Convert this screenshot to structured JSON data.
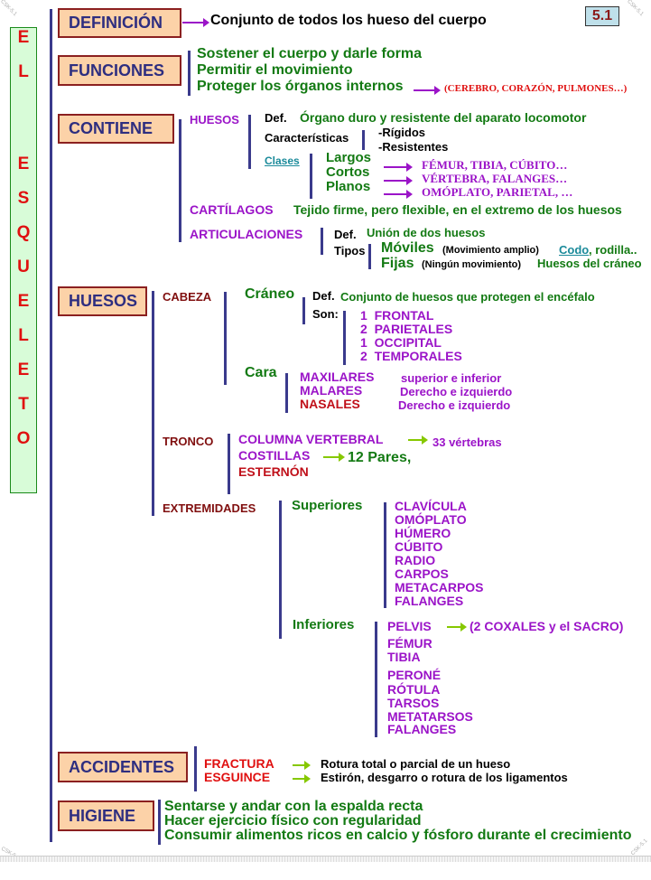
{
  "page_number": "5.1",
  "side_title": [
    "E",
    "L",
    "E",
    "S",
    "Q",
    "U",
    "E",
    "L",
    "E",
    "T",
    "O"
  ],
  "watermark": "CSK-5.1",
  "definicion": {
    "label": "DEFINICIÓN",
    "text": "Conjunto de todos los hueso del cuerpo"
  },
  "funciones": {
    "label": "FUNCIONES",
    "items": [
      "Sostener el cuerpo y darle forma",
      "Permitir el movimiento",
      "Proteger los órganos internos"
    ],
    "organs": "(CEREBRO, CORAZÓN, PULMONES…)"
  },
  "contiene": {
    "label": "CONTIENE",
    "huesos": {
      "label": "HUESOS",
      "def_label": "Def.",
      "def": "Órgano duro y resistente del aparato locomotor",
      "caract_label": "Características",
      "caract": [
        "-Rígidos",
        "-Resistentes"
      ],
      "clases_label": "Clases",
      "clases": [
        {
          "name": "Largos",
          "examples": "FÉMUR, TIBIA, CÚBITO…"
        },
        {
          "name": "Cortos",
          "examples": "VÉRTEBRA, FALANGES…"
        },
        {
          "name": "Planos",
          "examples": "OMÓPLATO, PARIETAL, …"
        }
      ]
    },
    "cartilagos": {
      "label": "CARTÍLAGOS",
      "text": "Tejido firme, pero flexible, en el extremo de los huesos"
    },
    "articulaciones": {
      "label": "ARTICULACIONES",
      "def_label": "Def.",
      "def": "Unión de dos huesos",
      "tipos_label": "Tipos",
      "moviles": "Móviles",
      "moviles_note": "(Movimiento amplio)",
      "moviles_ex_link": "Codo",
      "moviles_ex_rest": ", rodilla..",
      "fijas": "Fijas",
      "fijas_note": "(Ningún movimiento)",
      "fijas_ex": "Huesos del cráneo"
    }
  },
  "huesos": {
    "label": "HUESOS",
    "cabeza": {
      "label": "CABEZA",
      "craneo": "Cráneo",
      "craneo_def_label": "Def.",
      "craneo_def": "Conjunto de huesos que protegen el encéfalo",
      "son_label": "Son:",
      "craneo_bones": [
        {
          "n": "1",
          "name": "FRONTAL"
        },
        {
          "n": "2",
          "name": "PARIETALES"
        },
        {
          "n": "1",
          "name": "OCCIPITAL"
        },
        {
          "n": "2",
          "name": "TEMPORALES"
        }
      ],
      "cara": "Cara",
      "cara_bones": [
        {
          "name": "MAXILARES",
          "desc": "superior e inferior"
        },
        {
          "name": "MALARES",
          "desc": "Derecho e izquierdo"
        },
        {
          "name": "NASALES",
          "desc": "Derecho e izquierdo"
        }
      ]
    },
    "tronco": {
      "label": "TRONCO",
      "columna": "COLUMNA VERTEBRAL",
      "columna_note": "33 vértebras",
      "costillas": "COSTILLAS",
      "costillas_note": "12 Pares,",
      "esternon": "ESTERNÓN"
    },
    "extremidades": {
      "label": "EXTREMIDADES",
      "superiores": "Superiores",
      "superiores_bones": [
        "CLAVÍCULA",
        "OMÓPLATO",
        "HÚMERO",
        "CÚBITO",
        "RADIO",
        "CARPOS",
        "METACARPOS",
        "FALANGES"
      ],
      "inferiores": "Inferiores",
      "pelvis": "PELVIS",
      "pelvis_note": "(2 COXALES y el SACRO)",
      "inferiores_bones": [
        "FÉMUR",
        "TIBIA",
        "PERONÉ",
        "RÓTULA",
        "TARSOS",
        "METATARSOS",
        "FALANGES"
      ]
    }
  },
  "accidentes": {
    "label": "ACCIDENTES",
    "items": [
      {
        "name": "FRACTURA",
        "desc": "Rotura total o parcial de un hueso"
      },
      {
        "name": "ESGUINCE",
        "desc": "Estirón, desgarro o rotura de los ligamentos"
      }
    ]
  },
  "higiene": {
    "label": "HIGIENE",
    "items": [
      "Sentarse y andar con la espalda recta",
      "Hacer ejercicio físico con regularidad",
      "Consumir alimentos ricos en calcio y fósforo durante el crecimiento"
    ]
  },
  "colors": {
    "box_fill": "#fcd2a8",
    "box_border": "#8b2020",
    "line": "#3a3a8c",
    "green": "#137a13",
    "purple": "#9b14c8",
    "maroon": "#800f0f",
    "red": "#e01010"
  }
}
